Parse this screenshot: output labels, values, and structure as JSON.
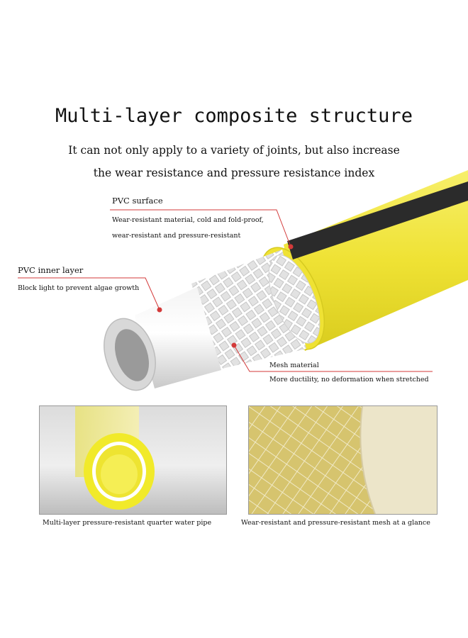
{
  "heading": {
    "title": "Multi-layer composite structure",
    "subtitle_line1": "It can not only apply to a variety of joints, but also increase",
    "subtitle_line2": "the wear resistance and pressure resistance index"
  },
  "callouts": {
    "pvc_surface": {
      "title": "PVC surface",
      "desc_line1": "Wear-resistant material, cold and fold-proof,",
      "desc_line2": "wear-resistant and pressure-resistant"
    },
    "pvc_inner": {
      "title": "PVC inner layer",
      "desc": "Block light to prevent algae growth"
    },
    "mesh": {
      "title": "Mesh material",
      "desc": "More ductility, no deformation when stretched"
    }
  },
  "photos": [
    {
      "caption": "Multi-layer pressure-resistant quarter water pipe"
    },
    {
      "caption": "Wear-resistant and pressure-resistant mesh at a glance"
    }
  ],
  "colors": {
    "hose_yellow": "#f2e63c",
    "stripe": "#2b2b2b",
    "callout_line": "#d33a3a",
    "inner_white": "#e9e9e9"
  }
}
